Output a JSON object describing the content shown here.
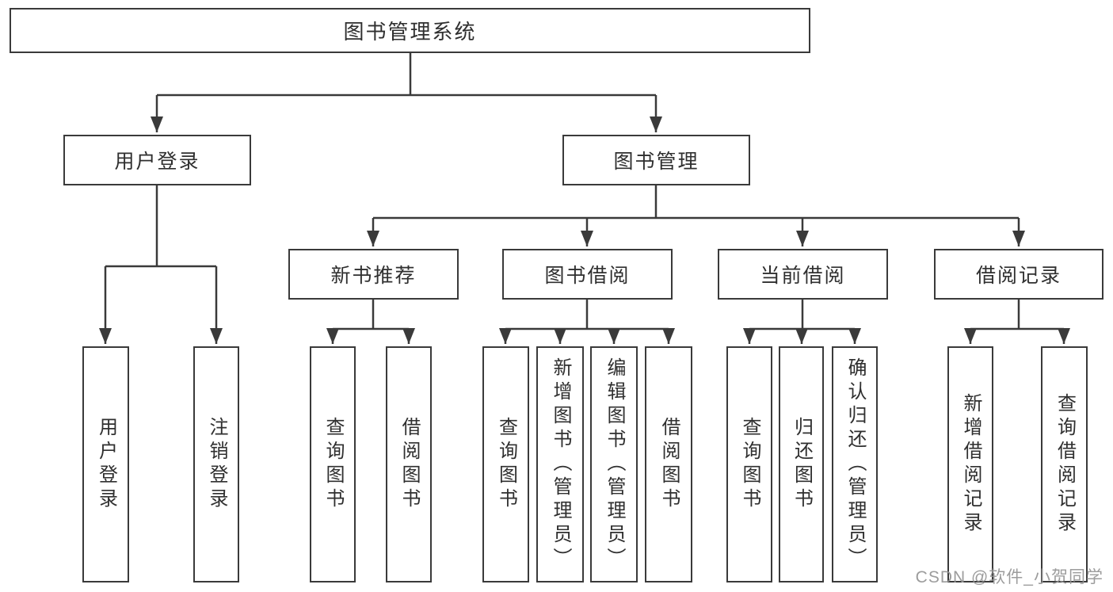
{
  "diagram": {
    "root": {
      "label": "图书管理系统"
    },
    "branches": {
      "user": {
        "label": "用户登录",
        "children": [
          "用户登录",
          "注销登录"
        ]
      },
      "book": {
        "label": "图书管理"
      }
    },
    "modules": {
      "recommend": {
        "label": "新书推荐",
        "children": [
          "查询图书",
          "借阅图书"
        ]
      },
      "borrow": {
        "label": "图书借阅",
        "children": [
          "查询图书",
          "新增图书（管理员）",
          "编辑图书（管理员）",
          "借阅图书"
        ]
      },
      "current": {
        "label": "当前借阅",
        "children": [
          "查询图书",
          "归还图书",
          "确认归还（管理员）"
        ]
      },
      "records": {
        "label": "借阅记录",
        "children": [
          "新增借阅记录",
          "查询借阅记录"
        ]
      }
    },
    "colors": {
      "line": "#3a3a3a",
      "text": "#2f2f2f",
      "box_background": "#ffffff",
      "watermark": "#949494"
    }
  },
  "watermark": {
    "text": "CSDN @软件_小贺同学"
  }
}
